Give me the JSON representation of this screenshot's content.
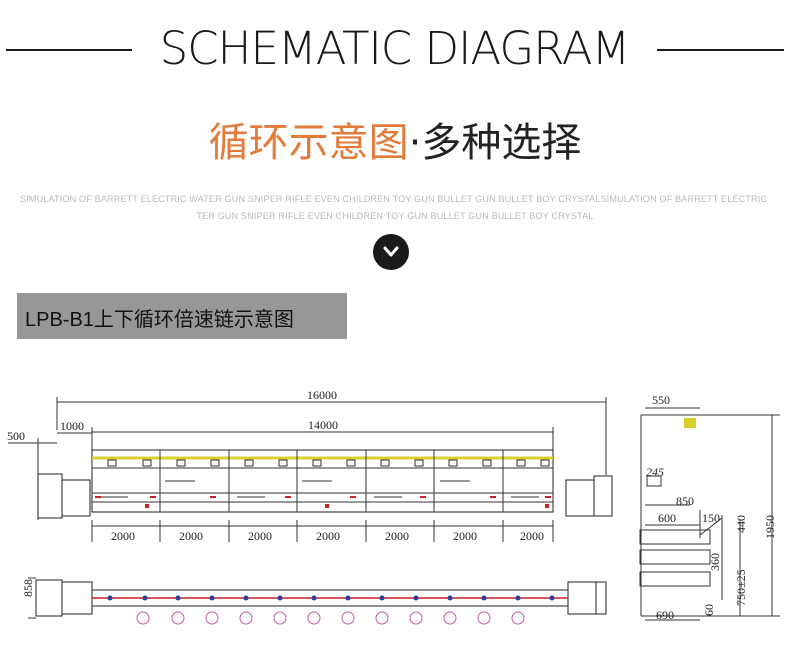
{
  "header": {
    "title": "SCHEMATIC DIAGRAM",
    "cn_title_highlight": "循环示意图",
    "cn_title_rest": "·多种选择",
    "subtitle_line1": "SIMULATION OF BARRETT ELECTRIC WATER GUN SNIPER RIFLE EVEN CHILDREN TOY GUN BULLET GUN BULLET BOY CRYSTALSIMULATION OF BARRETT ELECTRIC WA",
    "subtitle_line2": "TER GUN SNIPER RIFLE EVEN CHILDREN TOY GUN BULLET GUN BULLET BOY CRYSTAL"
  },
  "label": "LPB-B1上下循环倍速链示意图",
  "dimensions": {
    "total_length": "16000",
    "inner_length": "14000",
    "end_offset": "500",
    "start_offset": "1000",
    "segment": "2000",
    "side_height": "858",
    "side_top": "550",
    "side_angle": "245",
    "side_850": "850",
    "side_600": "600",
    "side_150": "150",
    "side_440": "440",
    "side_360": "360",
    "side_1950": "1950",
    "side_750": "750±25",
    "side_690": "690",
    "side_60": "60"
  },
  "colors": {
    "accent": "#e27b3a",
    "rail_yellow": "#d7cf2b",
    "flow_red": "#cc2222",
    "node_blue": "#2c3c9c",
    "label_bg": "#979797"
  }
}
